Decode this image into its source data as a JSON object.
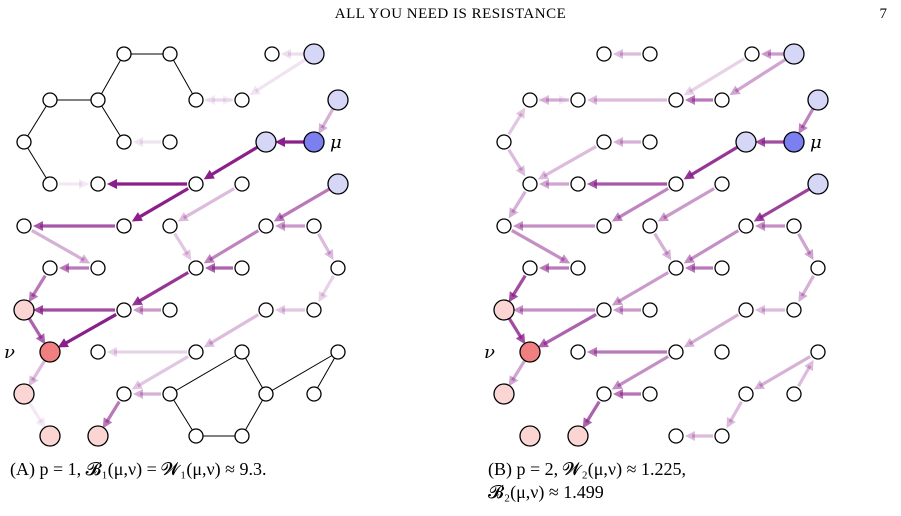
{
  "header": {
    "title": "ALL YOU NEED IS RESISTANCE",
    "page_number": "7"
  },
  "figures": {
    "a": {
      "label_mu": "μ",
      "label_nu": "ν"
    },
    "b": {
      "label_mu": "μ",
      "label_nu": "ν"
    }
  },
  "captions": {
    "a": {
      "tag": "(A)",
      "line1": "p = 1, 𝓑₁(μ,ν) = 𝓦₁(μ,ν) ≈ 9.3."
    },
    "b": {
      "tag": "(B)",
      "line1": "p = 2, 𝓦₂(μ,ν) ≈ 1.225,",
      "line2": "𝓑₂(μ,ν) ≈ 1.499"
    }
  },
  "colors": {
    "arrow": "#8a1f8a",
    "source": "#7b7ff0",
    "source_light": "#d6d6f7",
    "target": "#f08080",
    "target_light": "#fbd5d3"
  }
}
